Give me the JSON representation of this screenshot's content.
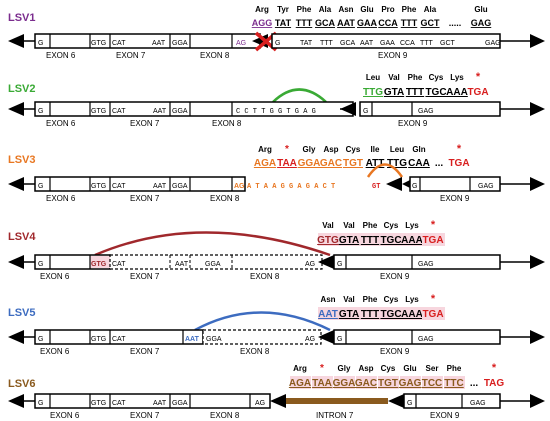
{
  "colors": {
    "lsv1": "#7b2d8e",
    "lsv2": "#3aaa35",
    "lsv3": "#e87722",
    "lsv4": "#a0282c",
    "lsv5": "#3d6cc0",
    "lsv6": "#8a5a1e",
    "stop": "#d81e1e",
    "cross": "#d81e1e"
  },
  "lsv1": {
    "label": "LSV1",
    "codons": [
      {
        "aa": "Arg",
        "cod": "AGG"
      },
      {
        "aa": "Tyr",
        "cod": "TAT"
      },
      {
        "aa": "Phe",
        "cod": "TTT"
      },
      {
        "aa": "Ala",
        "cod": "GCA"
      },
      {
        "aa": "Asn",
        "cod": "AAT"
      },
      {
        "aa": "Glu",
        "cod": "GAA"
      },
      {
        "aa": "Pro",
        "cod": "CCA"
      },
      {
        "aa": "Phe",
        "cod": "TTT"
      },
      {
        "aa": "Ala",
        "cod": "GCT"
      }
    ],
    "ellipsis": ".....",
    "last_aa": "Glu",
    "last_cod": "GAG",
    "ex9_seq": [
      "G",
      "TAT",
      "TTT",
      "GCA",
      "AAT",
      "GAA",
      "CCA",
      "TTT",
      "GCT",
      "GAG"
    ]
  },
  "lsv2": {
    "label": "LSV2",
    "codons": [
      {
        "aa": "Leu",
        "cod": "TTG"
      },
      {
        "aa": "Val",
        "cod": "GTA"
      },
      {
        "aa": "Phe",
        "cod": "TTT"
      },
      {
        "aa": "Cys",
        "cod": "TGC"
      },
      {
        "aa": "Lys",
        "cod": "AAA"
      }
    ],
    "stop": "TGA",
    "star": "*",
    "insert_seq": "C C T T G G T G A G",
    "ex9_seq": [
      "G",
      "GAG"
    ]
  },
  "lsv3": {
    "label": "LSV3",
    "codons": [
      {
        "aa": "Arg",
        "cod": "AGA"
      },
      {
        "aa": "*",
        "cod": "TAA"
      },
      {
        "aa": "Gly",
        "cod": "GGA"
      },
      {
        "aa": "Asp",
        "cod": "GAC"
      },
      {
        "aa": "Cys",
        "cod": "TGT"
      },
      {
        "aa": "Ile",
        "cod": "ATT"
      },
      {
        "aa": "Leu",
        "cod": "TTG"
      },
      {
        "aa": "Gln",
        "cod": "CAA"
      }
    ],
    "ellipsis": "...",
    "stop": "TGA",
    "star": "*",
    "insert_ag": "AG",
    "insert_seq": "A T A A G G A G A C T",
    "insert_gt": "GT",
    "ex9_seq": [
      "G",
      "GAG"
    ]
  },
  "lsv4": {
    "label": "LSV4",
    "codons": [
      {
        "aa": "Val",
        "cod": "GTG"
      },
      {
        "aa": "Val",
        "cod": "GTA"
      },
      {
        "aa": "Phe",
        "cod": "TTT"
      },
      {
        "aa": "Cys",
        "cod": "TGC"
      },
      {
        "aa": "Lys",
        "cod": "AAA"
      }
    ],
    "stop": "TGA",
    "star": "*",
    "ex9_seq": [
      "G",
      "GAG"
    ]
  },
  "lsv5": {
    "label": "LSV5",
    "codons": [
      {
        "aa": "Asn",
        "cod": "AAT"
      },
      {
        "aa": "Val",
        "cod": "GTA"
      },
      {
        "aa": "Phe",
        "cod": "TTT"
      },
      {
        "aa": "Cys",
        "cod": "TGC"
      },
      {
        "aa": "Lys",
        "cod": "AAA"
      }
    ],
    "stop": "TGA",
    "star": "*",
    "ex9_seq": [
      "G",
      "GAG"
    ]
  },
  "lsv6": {
    "label": "LSV6",
    "codons": [
      {
        "aa": "Arg",
        "cod": "AGA"
      },
      {
        "aa": "*",
        "cod": "TAA"
      },
      {
        "aa": "Gly",
        "cod": "GGA"
      },
      {
        "aa": "Asp",
        "cod": "GAC"
      },
      {
        "aa": "Cys",
        "cod": "TGT"
      },
      {
        "aa": "Glu",
        "cod": "GAG"
      },
      {
        "aa": "Ser",
        "cod": "TCC"
      },
      {
        "aa": "Phe",
        "cod": "TTC"
      }
    ],
    "ellipsis": "...",
    "stop": "TAG",
    "star": "*",
    "intron_label": "INTRON 7",
    "ex9_seq": [
      "G",
      "GAG"
    ]
  },
  "exons": {
    "e6_seq": [
      "G",
      "GTG"
    ],
    "e7_seq": [
      "CAT",
      "AAT"
    ],
    "e8_seq": [
      "GGA",
      "AG"
    ],
    "e6_label": "EXON 6",
    "e7_label": "EXON 7",
    "e8_label": "EXON 8",
    "e9_label": "EXON 9"
  }
}
